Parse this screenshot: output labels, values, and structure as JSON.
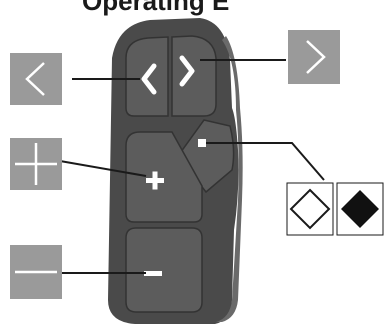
{
  "diagram": {
    "title": "Operating E",
    "colors": {
      "panel": "#9a9a9a",
      "panel_icon": "#ffffff",
      "leader_line": "#1a1a1a",
      "device_dark": "#4a4a4a",
      "device_mid": "#3a3a3a",
      "device_light": "#6a6a6a",
      "button_face": "#5c5c5c",
      "button_symbol": "#ffffff",
      "diamond_outline": "#1a1a1a",
      "diamond_fill": "#111111",
      "box_border": "#1a1a1a"
    },
    "legend_panels": [
      {
        "name": "left-arrow-panel",
        "icon": "chevron-left-icon"
      },
      {
        "name": "right-arrow-panel",
        "icon": "chevron-right-icon"
      },
      {
        "name": "plus-panel",
        "icon": "plus-icon"
      },
      {
        "name": "minus-panel",
        "icon": "minus-icon"
      },
      {
        "name": "select-outline-panel",
        "icon": "diamond-outline-icon"
      },
      {
        "name": "select-filled-panel",
        "icon": "diamond-filled-icon"
      }
    ],
    "device_buttons": [
      {
        "name": "device-button-left",
        "symbol": "chevron-left-icon"
      },
      {
        "name": "device-button-right",
        "symbol": "chevron-right-icon"
      },
      {
        "name": "device-button-plus",
        "symbol": "plus-icon"
      },
      {
        "name": "device-button-minus",
        "symbol": "minus-icon"
      },
      {
        "name": "device-button-select",
        "symbol": "square-icon"
      }
    ]
  }
}
